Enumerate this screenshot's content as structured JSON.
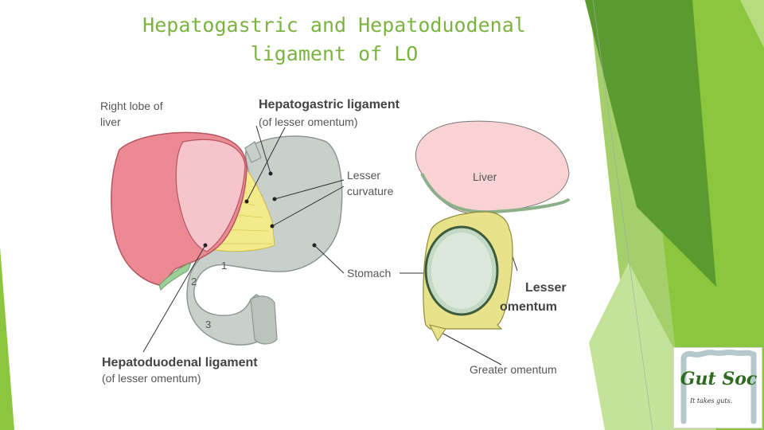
{
  "title": {
    "line1": "Hepatogastric and Hepatoduodenal",
    "line2": "ligament of LO",
    "color": "#7cb342"
  },
  "figure": {
    "labels": {
      "right_lobe_1": "Right lobe of",
      "right_lobe_2": "liver",
      "hepatogastric_1": "Hepatogastric ligament",
      "hepatogastric_2": "(of lesser omentum)",
      "lesser_curv_1": "Lesser",
      "lesser_curv_2": "curvature",
      "stomach": "Stomach",
      "num1": "1",
      "num2": "2",
      "num3": "3",
      "hepatoduodenal_1": "Hepatoduodenal ligament",
      "hepatoduodenal_2": "(of lesser omentum)",
      "liver": "Liver",
      "lesser_omentum_1": "Lesser",
      "lesser_omentum_2": "omentum",
      "greater_omentum": "Greater omentum"
    }
  },
  "logo": {
    "text": "Gut Soc",
    "tagline": "It takes guts."
  },
  "colors": {
    "green_dark": "#5b9a2f",
    "green_mid": "#8cc63f",
    "green_light": "#c5e29a",
    "liver_pink": "#ec8a94",
    "stomach_gray": "#c9d0cc",
    "ligament_yellow": "#f3ea8c"
  }
}
